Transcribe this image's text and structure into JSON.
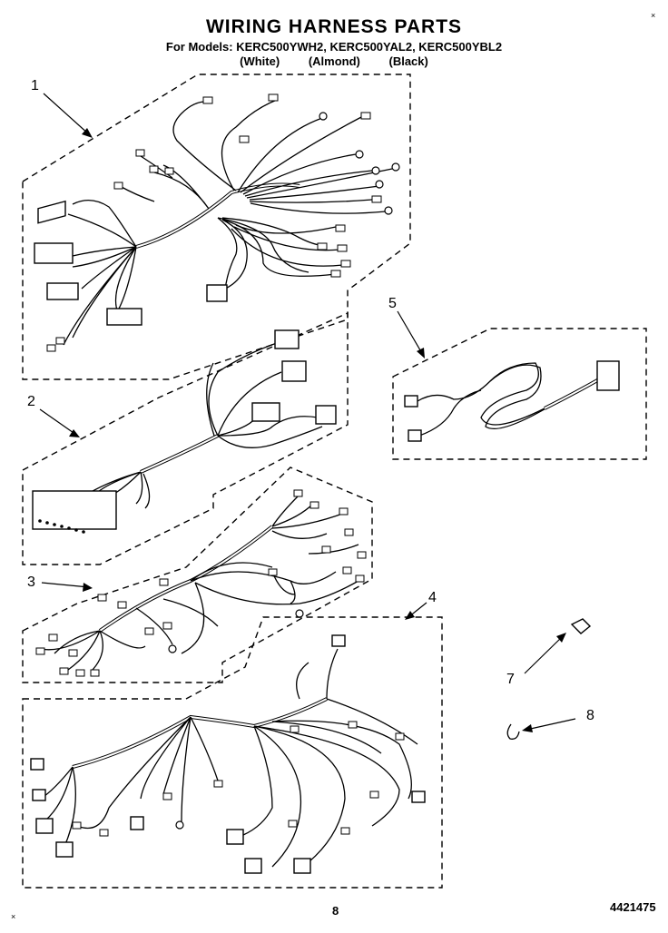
{
  "header": {
    "title": "WIRING HARNESS PARTS",
    "models_line": "For Models: KERC500YWH2, KERC500YAL2, KERC500YBL2",
    "colors": [
      "(White)",
      "(Almond)",
      "(Black)"
    ]
  },
  "callouts": [
    "1",
    "2",
    "3",
    "4",
    "5",
    "7",
    "8"
  ],
  "footer": {
    "page_number": "8",
    "document_number": "4421475"
  },
  "marks": {
    "corner_mark": "×"
  }
}
